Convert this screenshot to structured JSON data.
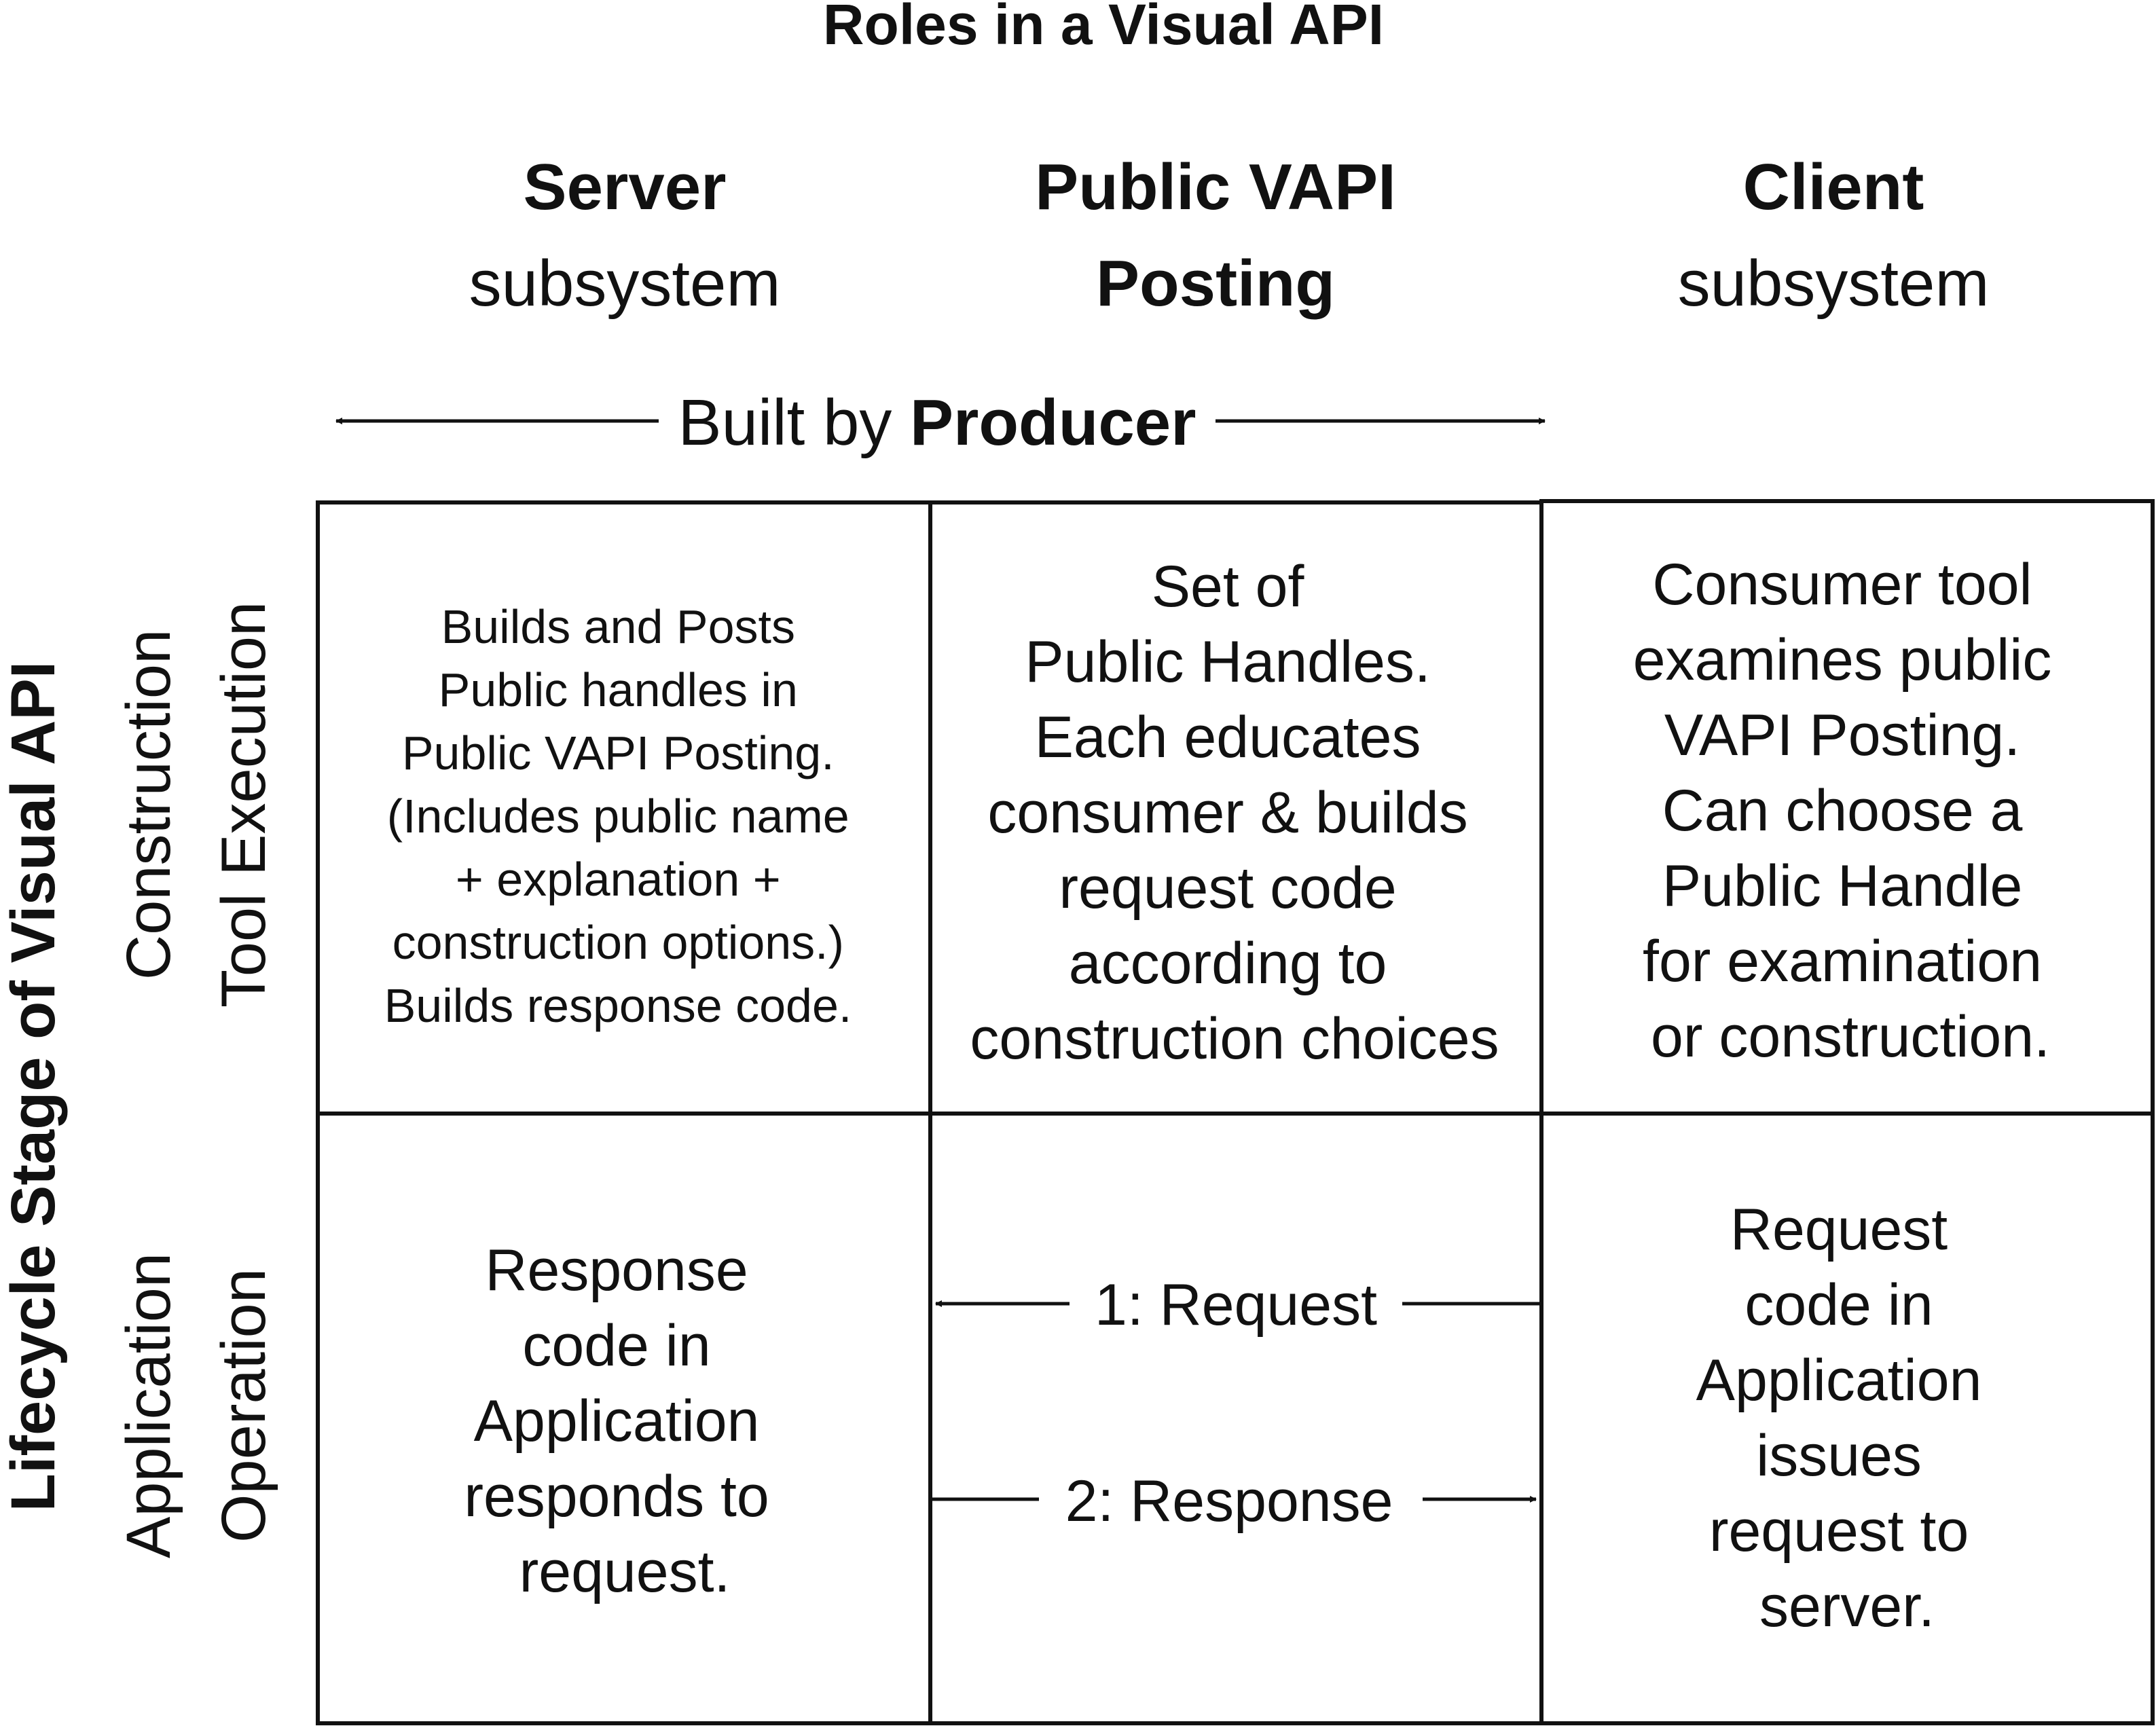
{
  "title": "Roles in a Visual API",
  "columns": {
    "server": {
      "bold": "Server",
      "sub": "subsystem"
    },
    "posting": {
      "line1": "Public VAPI",
      "line2": "Posting"
    },
    "client": {
      "bold": "Client",
      "sub": "subsystem"
    }
  },
  "producer_span": {
    "prefix": "Built by",
    "bold": "Producer"
  },
  "row_axis_label": "Lifecycle Stage of Visual API",
  "rows": {
    "construction": {
      "line1": "Construction",
      "line2": "Tool Execution"
    },
    "application": {
      "line1": "Application",
      "line2": "Operation"
    }
  },
  "cells": {
    "server_construction": [
      "Builds and Posts",
      "Public handles in",
      "Public VAPI Posting.",
      "(Includes public name",
      "+ explanation +",
      "construction options.)",
      "Builds response code."
    ],
    "posting_construction": [
      "Set of",
      "Public Handles.",
      "Each educates",
      "consumer & builds",
      "request code",
      "according to",
      "construction choices"
    ],
    "client_construction": [
      "Consumer tool",
      "examines public",
      "VAPI Posting.",
      "Can choose a",
      "Public Handle",
      "for examination",
      "or construction."
    ],
    "server_application": [
      "Response",
      "code in",
      "Application",
      "responds to",
      "request."
    ],
    "client_application": [
      "Request",
      "code in",
      "Application",
      "issues",
      "request to",
      "server."
    ]
  },
  "arrows": {
    "request": "1: Request",
    "response": "2: Response"
  }
}
